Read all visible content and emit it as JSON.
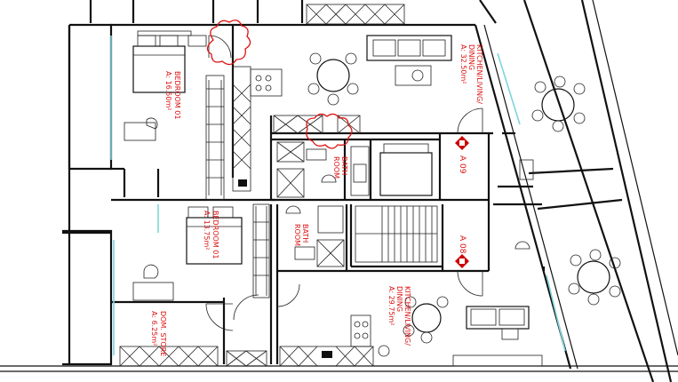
{
  "rooms": {
    "kitchen_upper": {
      "name": "KITCHEN/LIVING/",
      "sub": "DINING",
      "area": "A: 32.50m²"
    },
    "bedroom_01_upper": {
      "name": "BEDROOM 01",
      "area": "A: 16.50m²"
    },
    "bath_upper": {
      "name": "BATH",
      "sub": "ROOM"
    },
    "bath_lower": {
      "name": "BATH",
      "sub": "ROOM"
    },
    "bedroom_01_lower": {
      "name": "BEDROOM 01",
      "area": "A: 13.75m²"
    },
    "kitchen_lower": {
      "name": "KITCHEN/LIVING/",
      "sub": "DINING",
      "area": "A: 29.75m²"
    },
    "store_lower": {
      "name": "DOM. STORE",
      "area": "A: 6.25m²"
    }
  },
  "tags": {
    "unit_upper": "A 09",
    "unit_lower": "A 08"
  },
  "colors": {
    "walls": "#111111",
    "annotations": "#d11111",
    "glazing": "#7fd4dc"
  }
}
